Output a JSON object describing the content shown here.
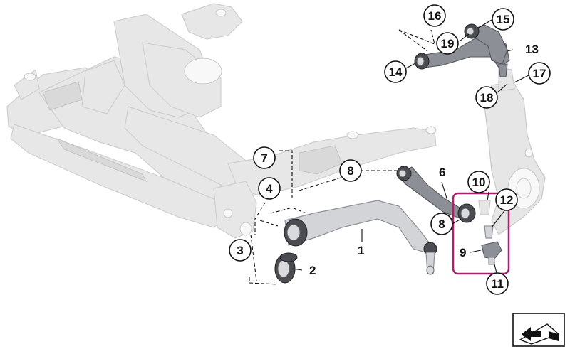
{
  "callouts": {
    "c1": "1",
    "c2": "2",
    "c3": "3",
    "c4": "4",
    "c5": "7",
    "c6": "8",
    "c7": "6",
    "c8": "8",
    "c9": "9",
    "c10": "10",
    "c11": "11",
    "c12": "12",
    "c13": "13",
    "c14": "14",
    "c15": "15",
    "c16": "16",
    "c17": "17",
    "c18": "18",
    "c19": "19"
  },
  "colors": {
    "highlight": "#b01e6b",
    "frame": "#e7e7e7",
    "arm": "#d2d4d8"
  },
  "icons": {
    "corner": "view-orientation-icon"
  }
}
